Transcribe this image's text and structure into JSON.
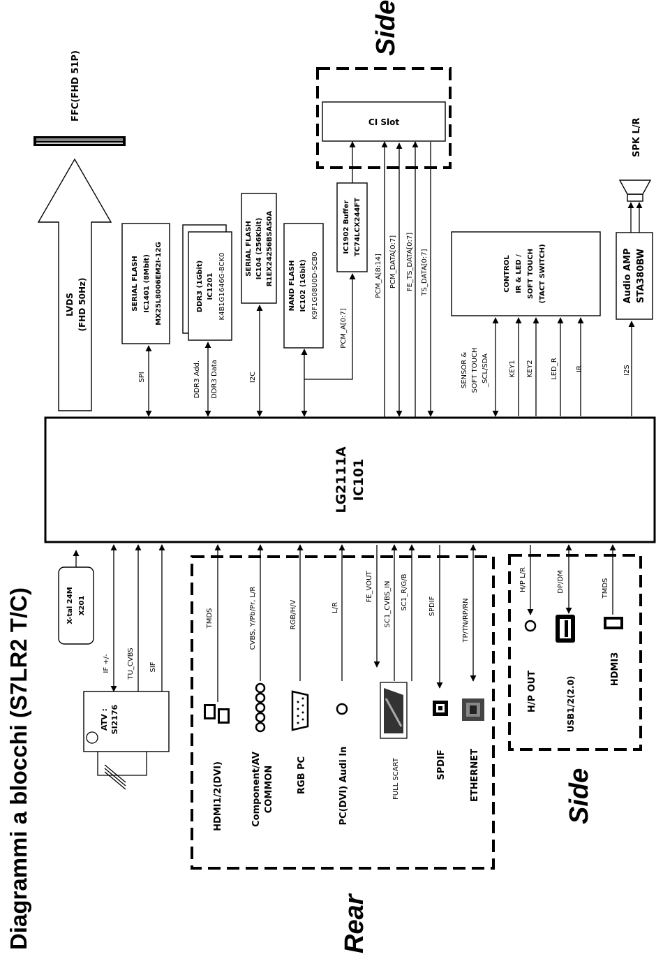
{
  "title": "Diagrammi a blocchi (S7LR2 T/C)",
  "regions": {
    "side_top": "Side",
    "side_bottom": "Side",
    "rear": "Rear"
  },
  "main_chip": {
    "line1": "LG2111A",
    "line2": "IC101"
  },
  "ffc": "FFC(FHD 51P)",
  "lvds": {
    "line1": "LVDS",
    "line2": "(FHD 50Hz)"
  },
  "serial_flash_1": {
    "line1": "SERIAL FLASH",
    "line2": "IC1401 (8Mbit)",
    "line3": "MX25L8006EM2I-12G"
  },
  "ddr3": {
    "line1": "DDR3 (1Gbit)",
    "line2": "IC1201",
    "line3": "K4B1G1646G-BCK0"
  },
  "serial_flash_2": {
    "line1": "SERIAL FLASH",
    "line2": "IC104 (256Kbit)",
    "line3": "R1EX24256BSAS0A"
  },
  "nand_flash": {
    "line1": "NAND FLASH",
    "line2": "IC102  (1Gbit)",
    "line3": "K9F1G08U0D-SCB0"
  },
  "buffer": {
    "line1": "IC1902 Buffer",
    "line2": "TC74LCX244FT"
  },
  "ci_slot": "CI Slot",
  "control": {
    "line1": "CONTROL",
    "line2": "IR & LED /",
    "line3": "SOFT TOUCH",
    "line4": "(TACT SWITCH)"
  },
  "audio_amp": {
    "line1": "Audio  AMP",
    "line2": "STA380BW"
  },
  "spk": "SPK L/R",
  "xtal": {
    "line1": "X-tal 24M",
    "line2": "X201"
  },
  "atv": {
    "line1": "ATV :",
    "line2": "SI2176"
  },
  "signals": {
    "spi": "SPI",
    "ddr3_add": "DDR3 Add.",
    "ddr3_data": "DDR3 Data",
    "i2c": "I2C",
    "pcm_a_0_7": "PCM_A[0:7]",
    "pcm_a_8_14": "PCM_A[8:14]",
    "pcm_data": "PCM_DATA[0:7]",
    "fe_ts_data": "FE_TS_DATA[0:7]",
    "ts_data": "TS_DATA[0:7]",
    "sensor_1": "SENSOR &",
    "sensor_2": "SOFT TOUCH",
    "sensor_3": "_SCL/SDA",
    "key1": "KEY1",
    "key2": "KEY2",
    "led_r": "LED_R",
    "ir": "IR",
    "i2s": "I2S",
    "if": "IF +/-",
    "tu_cvbs": "TU_CVBS",
    "sif": "SIF",
    "tmds_rear": "TMDS",
    "cvbs": "CVBS, Y/Pb/Pr, L/R",
    "rgb_hv": "RGB/H/V",
    "lr": "L/R",
    "fe_vout": "FE_VOUT",
    "sc1_cvbs_in": "SC1_CVBS_IN",
    "sc1_rgb": "SC1_R/G/B",
    "spdif_sig": "SPDIF",
    "tp_tn": "TP/TN/RP/RN",
    "hp_lr": "H/P L/R",
    "dp_dm": "DP/DM",
    "tmds_side": "TMDS"
  },
  "connectors": {
    "hdmi12": "HDMI1/2(DVI)",
    "component_1": "Component/AV",
    "component_2": "COMMON",
    "rgb_pc": "RGB PC",
    "pc_audio": "PC(DVI) Audi In",
    "full_scart": "FULL SCART",
    "spdif": "SPDIF",
    "ethernet": "ETHERNET",
    "hp_out": "H/P OUT",
    "usb": "USB1/2(2.0)",
    "hdmi3": "HDMI3"
  }
}
